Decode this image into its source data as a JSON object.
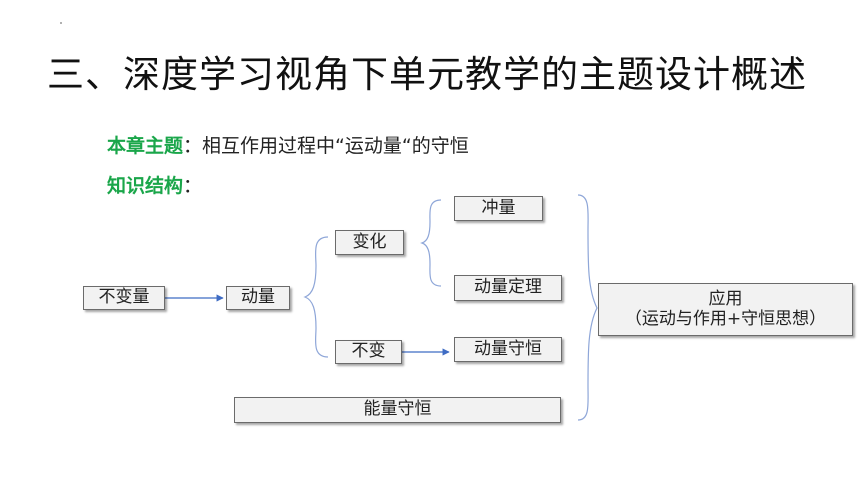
{
  "slide": {
    "title": "三、深度学习视角下单元教学的主题设计概述",
    "theme_label": "本章主题",
    "theme_sep": "：",
    "theme_text": "相互作用过程中“运动量“的守恒",
    "structure_label": "知识结构",
    "structure_sep": "："
  },
  "diagram": {
    "nodes": {
      "buqieliang": "不变量",
      "dongliang": "动量",
      "bianhua": "变化",
      "bubian": "不变",
      "chongliang": "冲量",
      "dongliang_dingli": "动量定理",
      "dongliang_shouheng": "动量守恒",
      "nengliang_shouheng": "能量守恒",
      "yingyong_line1": "应用",
      "yingyong_line2": "（运动与作用+守恒思想）"
    },
    "colors": {
      "arrow": "#3f6cc4",
      "brace": "#8ea6d8",
      "box_fill": "#f2f2f2",
      "label_green": "#1aa64a"
    }
  }
}
